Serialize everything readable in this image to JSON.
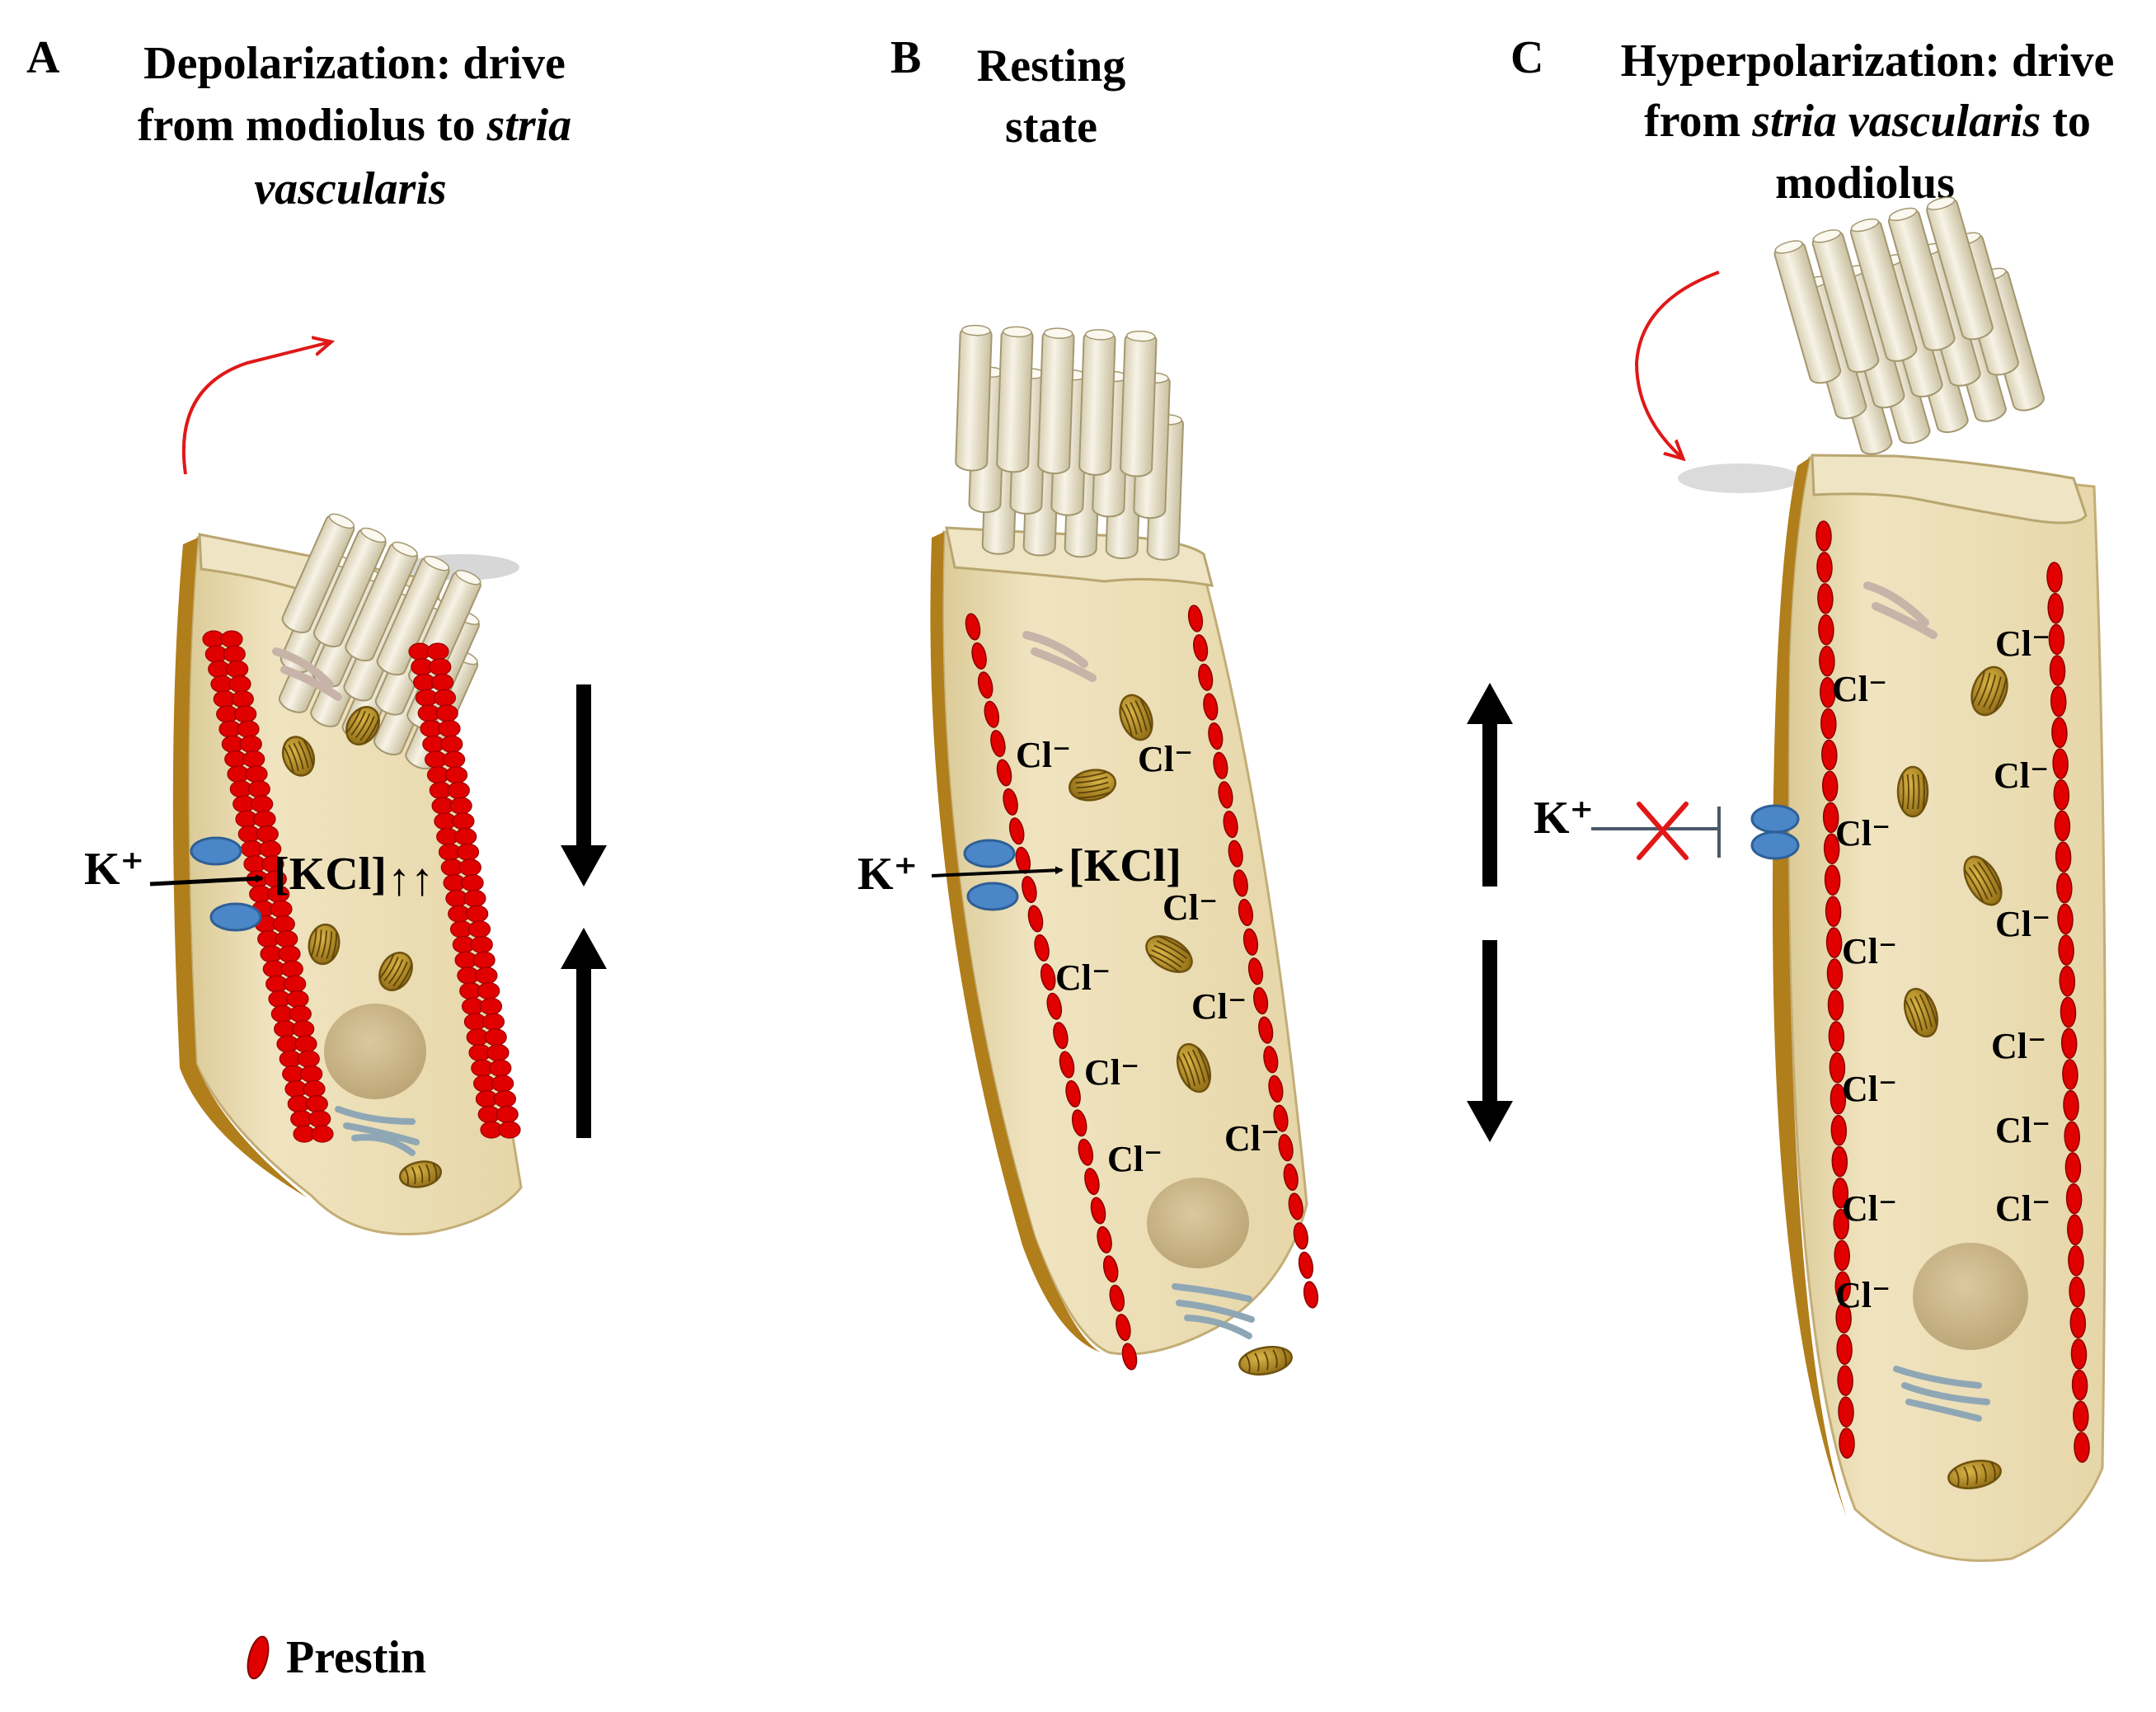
{
  "panels": [
    {
      "letter": "A",
      "title_line1": "Depolarization: drive",
      "title_line2_prefix": "from modiolus  to ",
      "title_line2_em": "stria",
      "title_line3_em": "vascularis",
      "potassium": "K⁺",
      "kcl": "[KCl]",
      "kcl_arrows": "↑↑"
    },
    {
      "letter": "B",
      "title_line1": "Resting",
      "title_line2": "state",
      "potassium": "K⁺",
      "kcl": "[KCl]",
      "chloride": "Cl⁻"
    },
    {
      "letter": "C",
      "title_line1": "Hyperpolarization: drive",
      "title_line2_prefix": "from ",
      "title_line2_em": "stria vascularis",
      "title_line2_suffix": " to",
      "title_line3": "modiolus",
      "potassium": "K⁺",
      "chloride": "Cl⁻"
    }
  ],
  "legend": {
    "label": "Prestin"
  },
  "colors": {
    "cell_body": "#e9dcb2",
    "cell_edge": "#b07e1a",
    "prestin": "#e00000",
    "channel": "#4a86c8",
    "mitochondria": "#b8902a",
    "nucleus": "#cdb98a",
    "stereocilia": "#ede7cf",
    "rotation_arrow": "#e01818"
  },
  "icons": [
    "prestin-icon",
    "ion-channel-icon",
    "mitochondrion-icon",
    "nucleus-icon",
    "stereocilia-bundle-icon"
  ]
}
